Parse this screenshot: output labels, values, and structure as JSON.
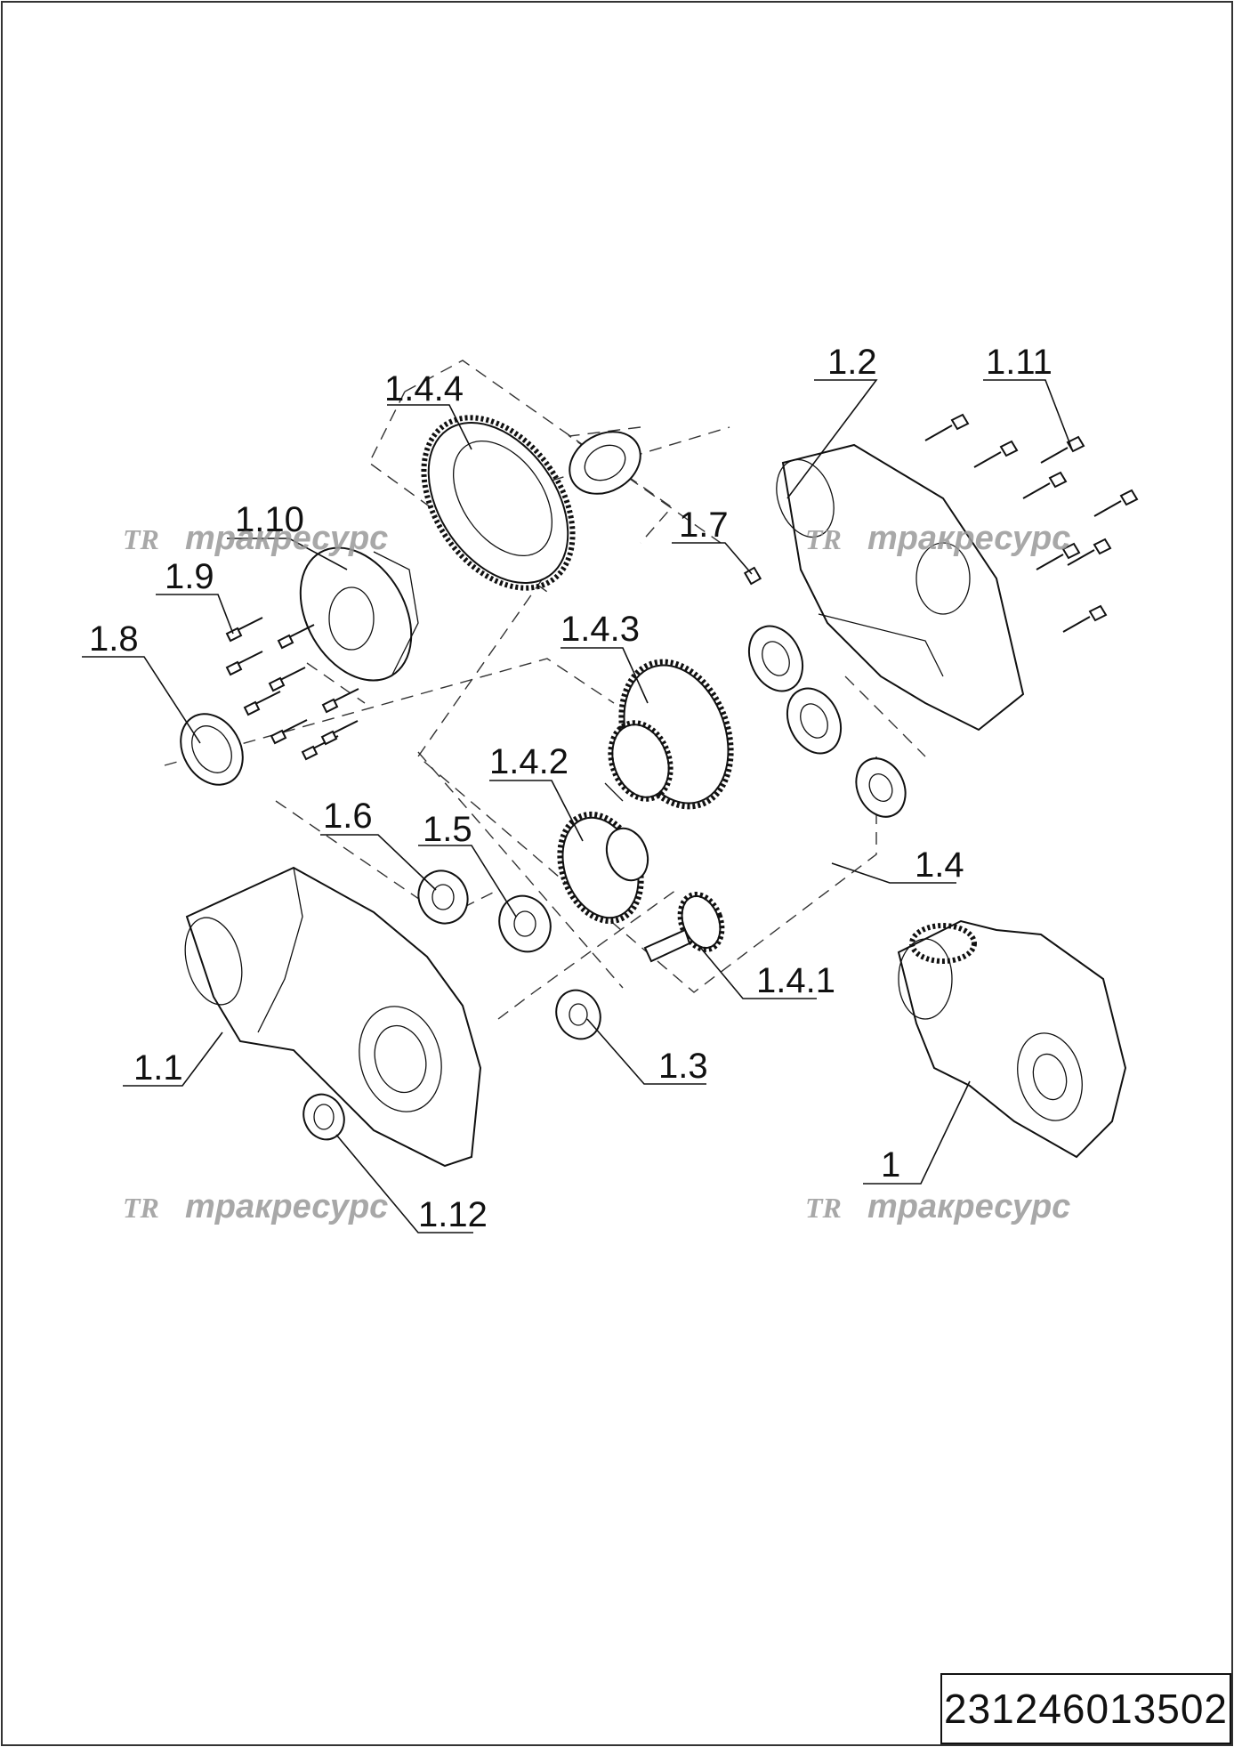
{
  "drawing": {
    "document_number": "231246013502",
    "callouts": {
      "c_1": "1",
      "c_1_1": "1.1",
      "c_1_2": "1.2",
      "c_1_3": "1.3",
      "c_1_4": "1.4",
      "c_1_4_1": "1.4.1",
      "c_1_4_2": "1.4.2",
      "c_1_4_3": "1.4.3",
      "c_1_4_4": "1.4.4",
      "c_1_5": "1.5",
      "c_1_6": "1.6",
      "c_1_7": "1.7",
      "c_1_8": "1.8",
      "c_1_9": "1.9",
      "c_1_10": "1.10",
      "c_1_11": "1.11",
      "c_1_12": "1.12"
    },
    "watermark": {
      "logo": "TR",
      "text": "тракресурс"
    }
  }
}
